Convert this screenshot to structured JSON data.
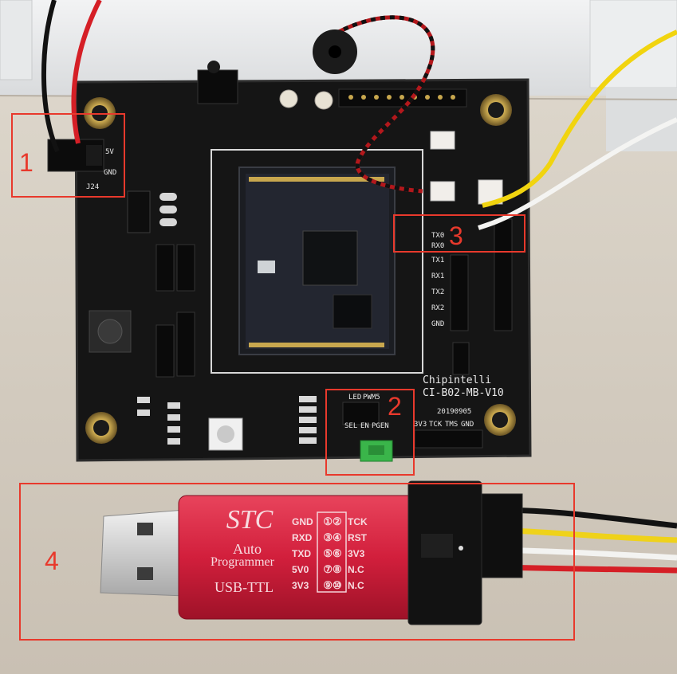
{
  "annotations": [
    {
      "label": "1"
    },
    {
      "label": "2"
    },
    {
      "label": "3"
    },
    {
      "label": "4"
    }
  ],
  "board": {
    "brand": "Chipintelli",
    "model": "CI-B02-MB-V10",
    "date": "20190905",
    "power_pins": [
      "5V",
      "GND",
      "J24"
    ],
    "uart_pins": [
      "TX0",
      "RX0",
      "TX1",
      "RX1",
      "TX2",
      "RX2",
      "GND"
    ],
    "header_labels": [
      "3V3",
      "TCK",
      "TMS",
      "GND"
    ],
    "mode_labels": [
      "LED",
      "PWM5",
      "SEL",
      "EN",
      "PGEN"
    ]
  },
  "usb_ttl": {
    "brand": "STC",
    "line1": "Auto",
    "line2": "Programmer",
    "line3": "USB-TTL",
    "pins_left": [
      "GND",
      "RXD",
      "TXD",
      "5V0",
      "3V3"
    ],
    "pins_num": [
      "①②",
      "③④",
      "⑤⑥",
      "⑦⑧",
      "⑨⑩"
    ],
    "pins_right": [
      "TCK",
      "RST",
      "3V3",
      "N.C",
      "N.C"
    ]
  },
  "colors": {
    "annotation": "#e8392c",
    "pcb": "#141414",
    "dongle": "#d8233f"
  }
}
